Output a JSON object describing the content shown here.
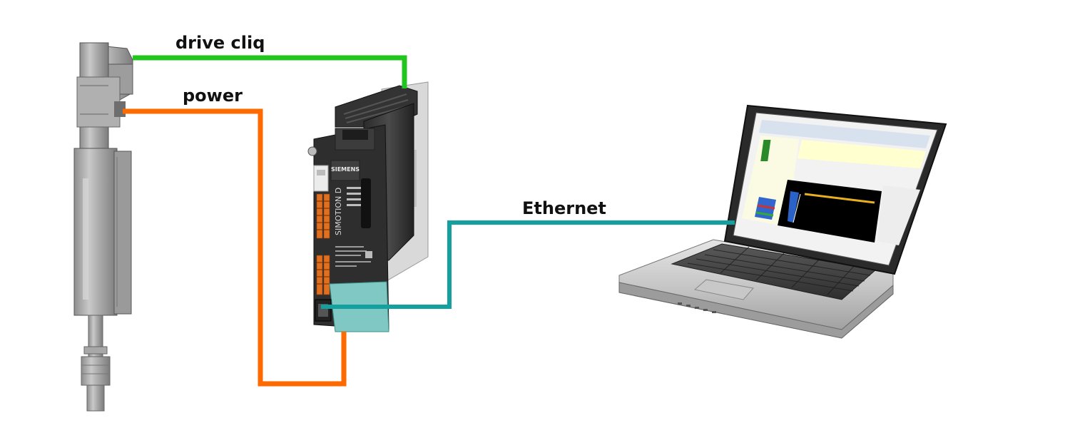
{
  "labels": {
    "drive_cliq": "drive cliq",
    "power": "power",
    "ethernet": "Ethernet"
  },
  "device": {
    "brand": "SIEMENS",
    "product": "SIMOTION D"
  },
  "colors": {
    "drive_cliq_cable": "#22c41e",
    "power_cable": "#ff6a00",
    "ethernet_cable": "#15a0a0"
  },
  "icons": {
    "actuator": "linear-actuator-icon",
    "controller": "drive-controller-icon",
    "laptop": "laptop-icon"
  }
}
